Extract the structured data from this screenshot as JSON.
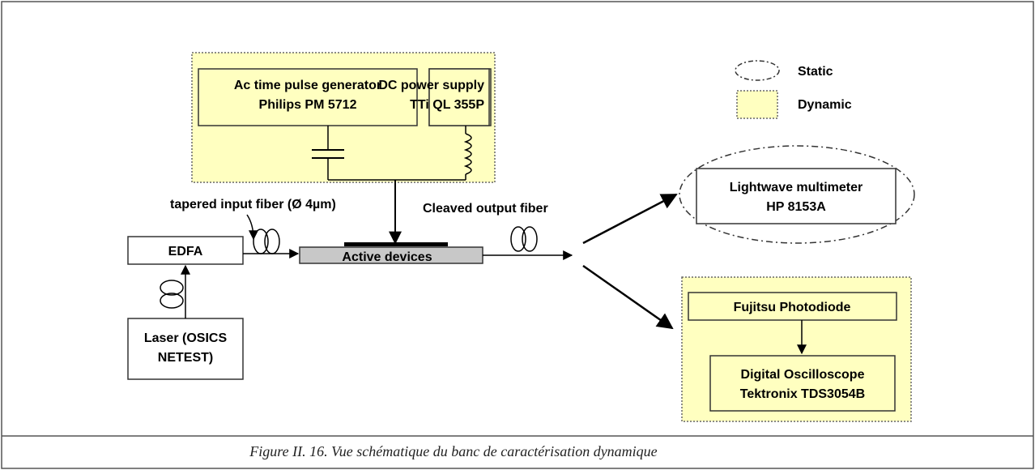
{
  "legend": {
    "static_label": "Static",
    "dynamic_label": "Dynamic"
  },
  "blocks": {
    "pulse_generator": {
      "line1": "Ac time pulse generator",
      "line2": "Philips PM 5712"
    },
    "dc_supply": {
      "line1": "DC power supply",
      "line2": "TTi QL 355P"
    },
    "edfa": "EDFA",
    "laser": {
      "line1": "Laser (OSICS",
      "line2": "NETEST)"
    },
    "active_devices": "Active  devices",
    "multimeter": {
      "line1": "Lightwave multimeter",
      "line2": "HP 8153A"
    },
    "photodiode": "Fujitsu Photodiode",
    "oscilloscope": {
      "line1": "Digital Oscilloscope",
      "line2": "Tektronix TDS3054B"
    }
  },
  "labels": {
    "input_fiber": "tapered input fiber (Ø 4µm)",
    "output_fiber": "Cleaved output fiber"
  },
  "caption": "Figure II. 16.  Vue schématique du banc de caractérisation dynamique",
  "colors": {
    "dynamic_fill": "#ffffc0",
    "active_device_fill": "#c8c8c8",
    "line": "#000000"
  }
}
